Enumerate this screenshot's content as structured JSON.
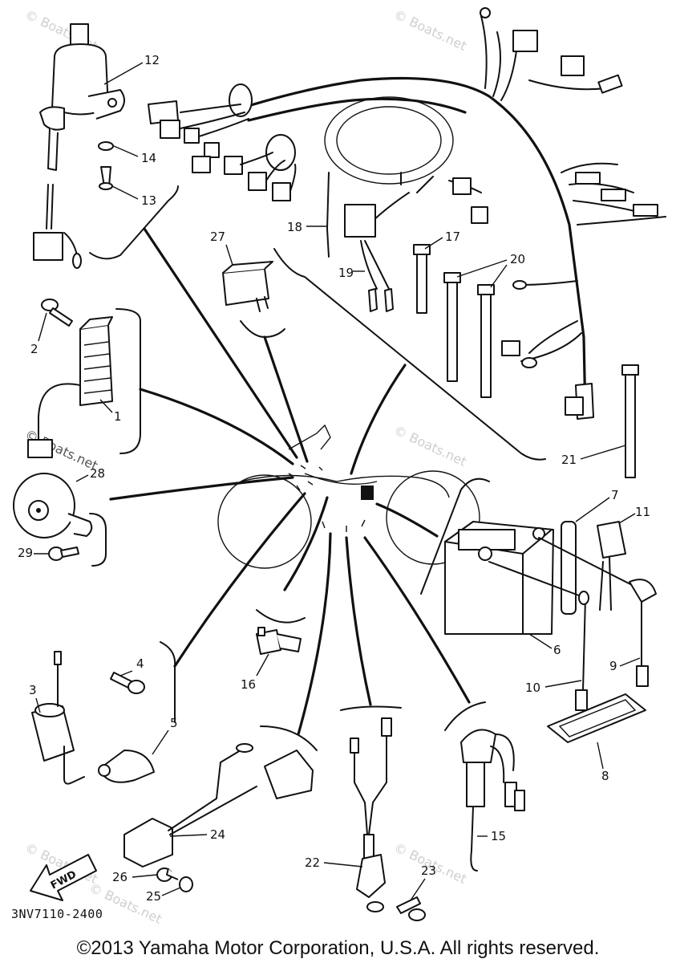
{
  "diagram": {
    "code": "3NV7110-2400",
    "copyright": "©2013 Yamaha Motor Corporation, U.S.A. All rights reserved.",
    "direction_arrow_label": "FWD",
    "watermarks": [
      "© Boats.net",
      "© Boats.net",
      "© Boats.net",
      "© Boats.net",
      "© Boats.net",
      "© Boats.net",
      "© Boats.net"
    ],
    "callouts": {
      "c1": "1",
      "c2": "2",
      "c3": "3",
      "c4": "4",
      "c5": "5",
      "c6": "6",
      "c7": "7",
      "c8": "8",
      "c9": "9",
      "c10": "10",
      "c11": "11",
      "c12": "12",
      "c13": "13",
      "c14": "14",
      "c15": "15",
      "c16": "16",
      "c17": "17",
      "c18": "18",
      "c19": "19",
      "c20": "20",
      "c21": "21",
      "c22": "22",
      "c23": "23",
      "c24": "24",
      "c25": "25",
      "c26": "26",
      "c27": "27",
      "c28": "28",
      "c29": "29"
    }
  }
}
